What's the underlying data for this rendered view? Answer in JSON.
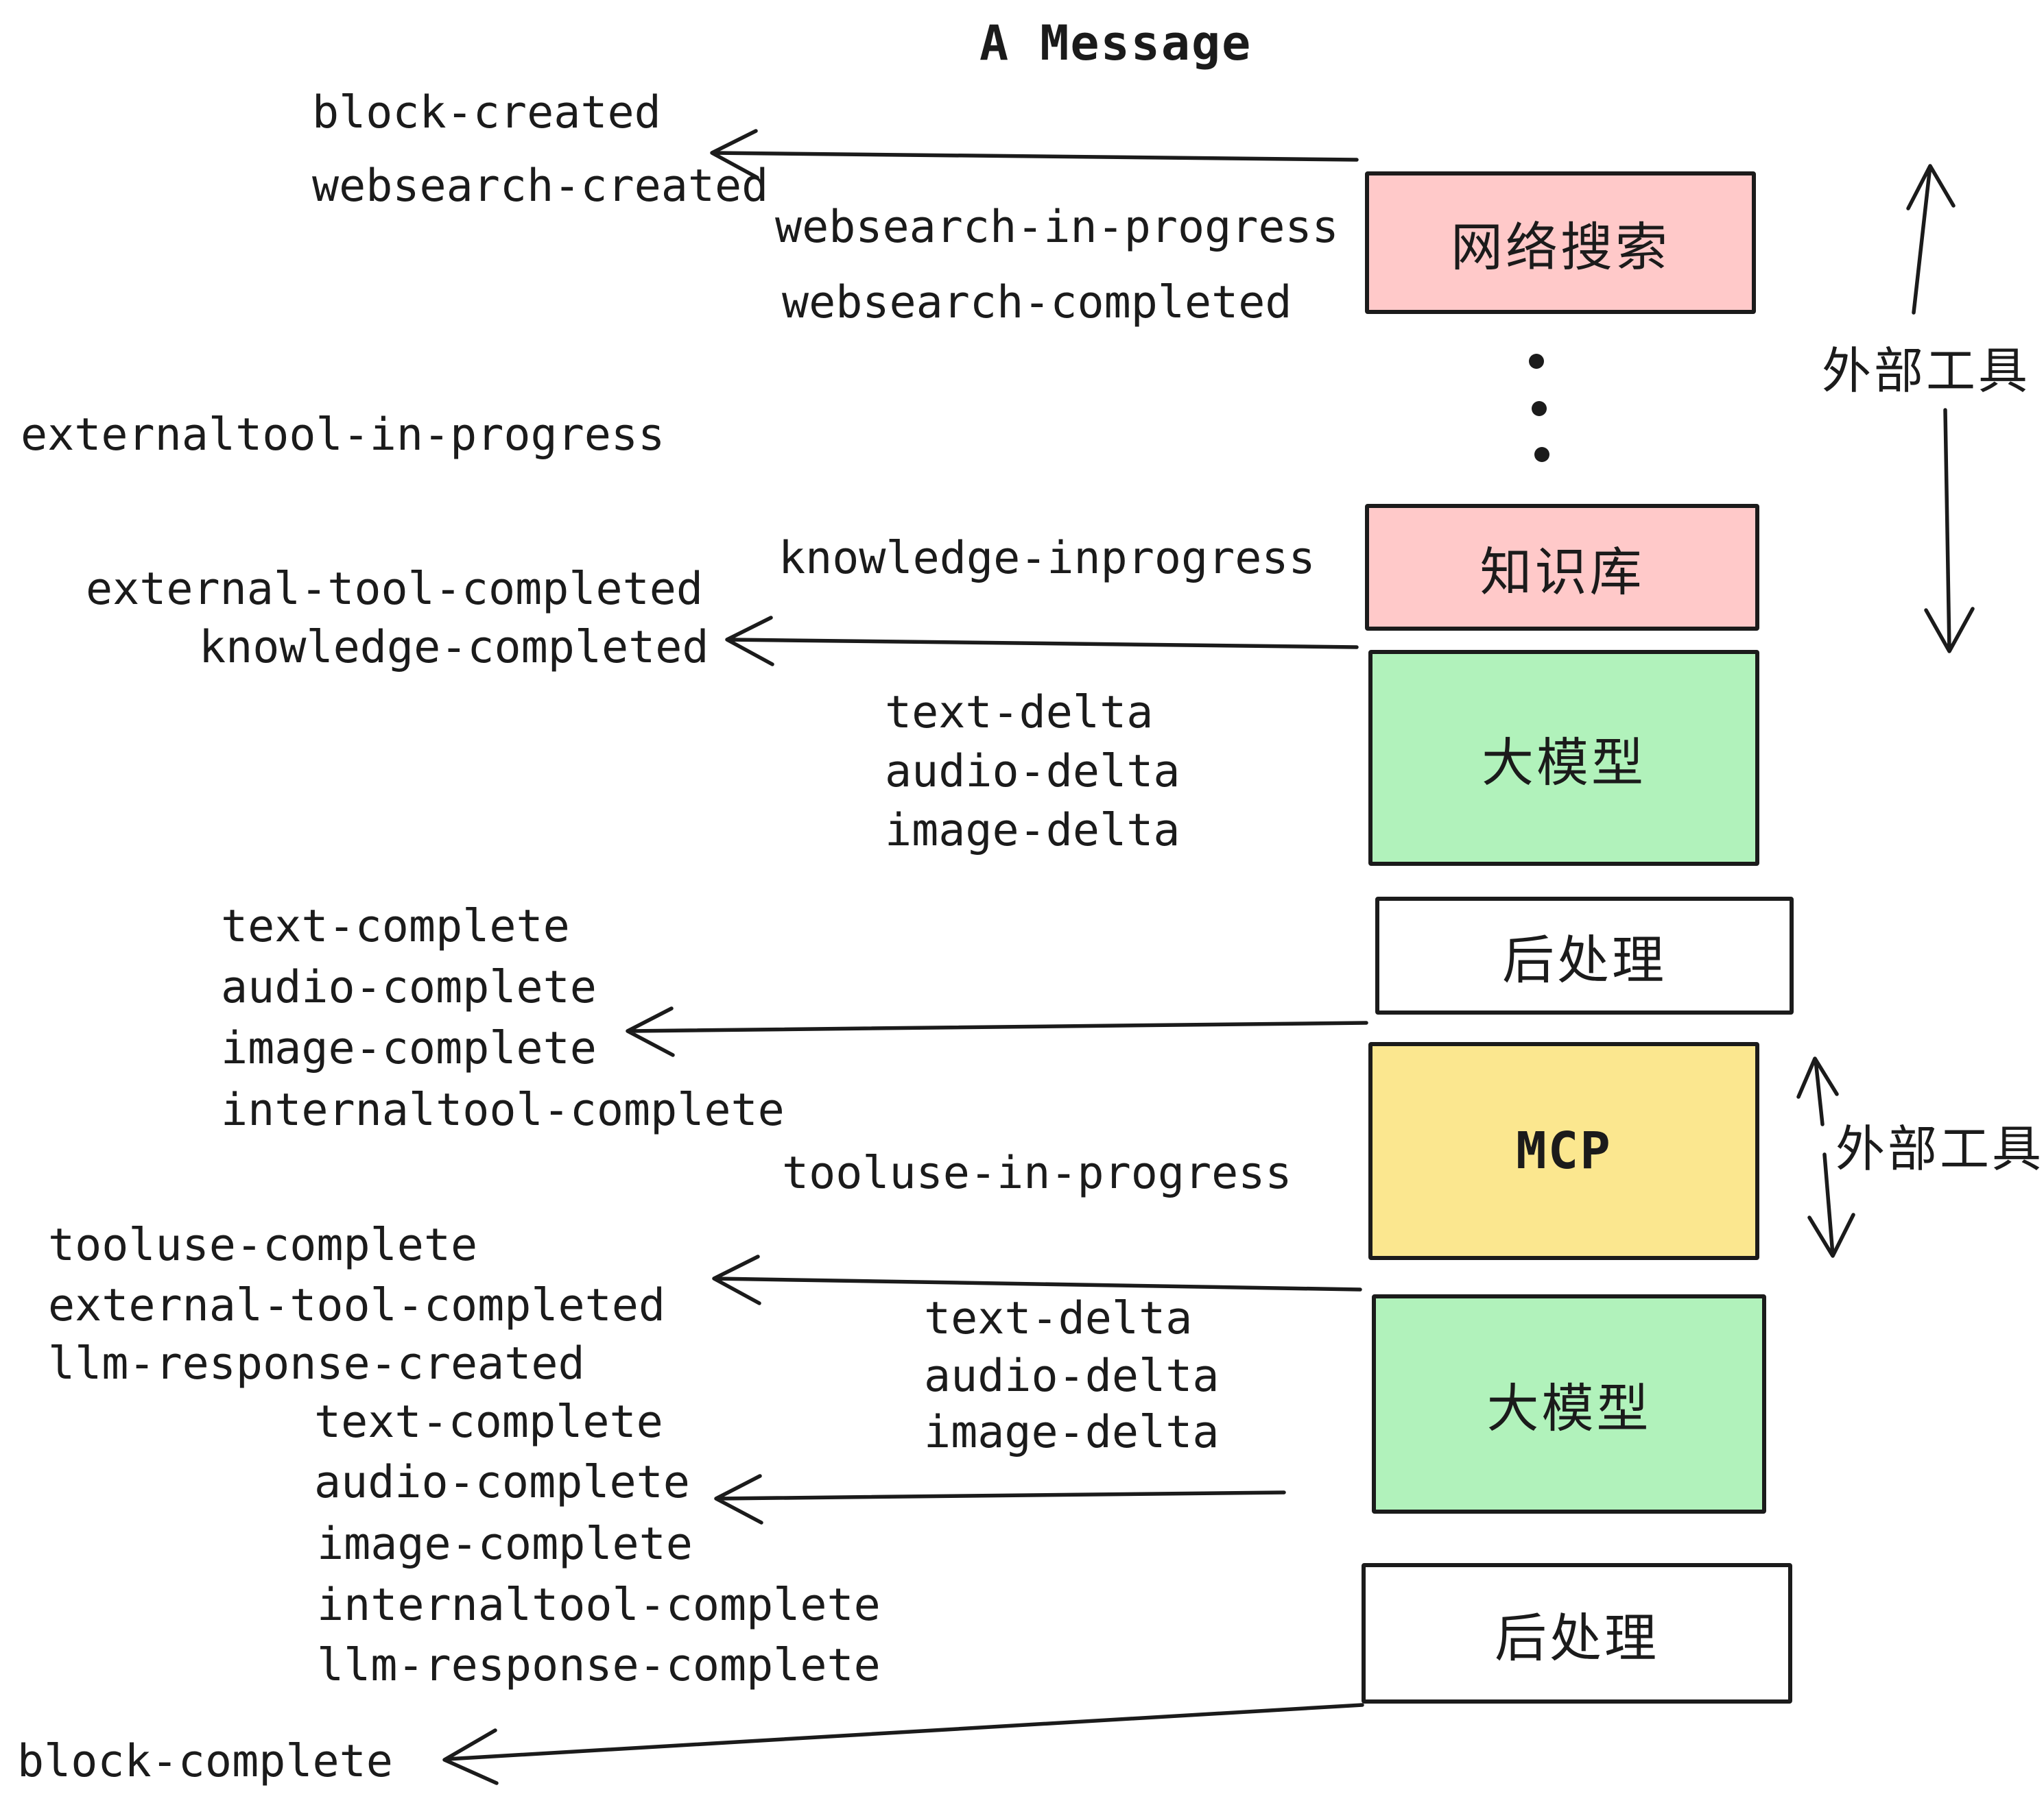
{
  "title": "A Message",
  "events": {
    "block_created": "block-created",
    "websearch_created": "websearch-created",
    "websearch_in_progress": "websearch-in-progress",
    "websearch_completed": "websearch-completed",
    "externaltool_in_progress": "externaltool-in-progress",
    "knowledge_inprogress": "knowledge-inprogress",
    "external_tool_completed": "external-tool-completed",
    "knowledge_completed": "knowledge-completed",
    "text_delta": "text-delta",
    "audio_delta": "audio-delta",
    "image_delta": "image-delta",
    "text_complete": "text-complete",
    "audio_complete": "audio-complete",
    "image_complete": "image-complete",
    "internaltool_complete": "internaltool-complete",
    "tooluse_in_progress": "tooluse-in-progress",
    "tooluse_complete": "tooluse-complete",
    "llm_response_created": "llm-response-created",
    "llm_response_complete": "llm-response-complete",
    "block_complete": "block-complete"
  },
  "boxes": {
    "websearch": {
      "label": "网络搜索",
      "color": "#FFC9C9"
    },
    "knowledge": {
      "label": "知识库",
      "color": "#FFC9C9"
    },
    "llm_top": {
      "label": "大模型",
      "color": "#B1F2BB"
    },
    "post_top": {
      "label": "后处理",
      "color": "#FFFFFF"
    },
    "mcp": {
      "label": "MCP",
      "color": "#FBE78F"
    },
    "llm_bottom": {
      "label": "大模型",
      "color": "#B1F2BB"
    },
    "post_bottom": {
      "label": "后处理",
      "color": "#FFFFFF"
    }
  },
  "annotations": {
    "external_tools_top": "外部工具",
    "external_tools_mcp": "外部工具"
  },
  "colors": {
    "ink": "#1b1b1b",
    "background": "#FFFFFF",
    "pink": "#FFC9C9",
    "green": "#B1F2BB",
    "yellow": "#FBE78F"
  }
}
